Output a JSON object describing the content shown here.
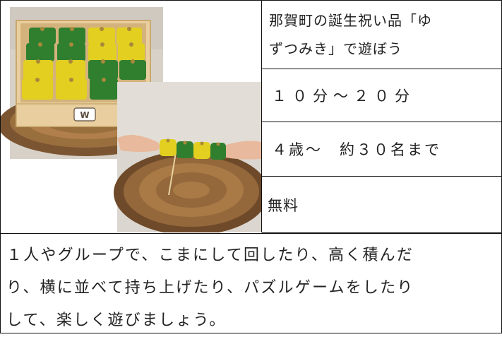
{
  "event": {
    "title_line1": "那賀町の誕生祝い品「ゆ",
    "title_line2": "ずつみき」で遊ぼう",
    "duration": "１０分～２０分",
    "age_capacity": "４歳～　約３０名まで",
    "price": "無料",
    "description_lines": [
      "１人やグループで、こまにして回したり、高く積んだ",
      "り、横に並べて持ち上げたり、パズルゲームをしたり",
      "して、楽しく遊びましょう。"
    ]
  },
  "photos": {
    "box_brand_mark": "W"
  },
  "colors": {
    "wood_light": "#e9cf9f",
    "wood_dark": "#9a6f3e",
    "block_green": "#2f7f2f",
    "block_yellow": "#e2cf1f",
    "border": "#111111"
  }
}
